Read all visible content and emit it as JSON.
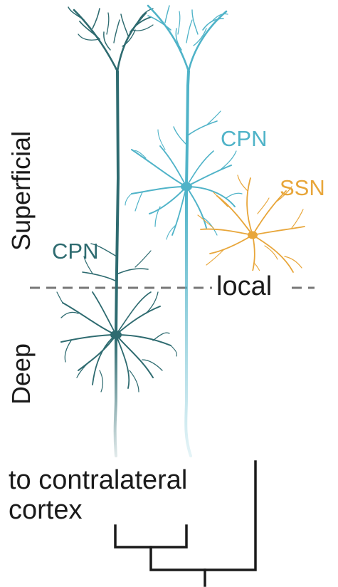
{
  "labels": {
    "superficial": "Superficial",
    "deep": "Deep",
    "cpn_deep": "CPN",
    "cpn_superficial": "CPN",
    "ssn": "SSN",
    "local": "local",
    "contralateral_line1": "to contralateral",
    "contralateral_line2": "cortex"
  },
  "colors": {
    "deep_cpn": "#2e6b70",
    "superficial_cpn": "#4fb3c8",
    "ssn": "#e8a63a",
    "text": "#1a1a1a",
    "divider": "#777777",
    "tree": "#1a1a1a"
  }
}
